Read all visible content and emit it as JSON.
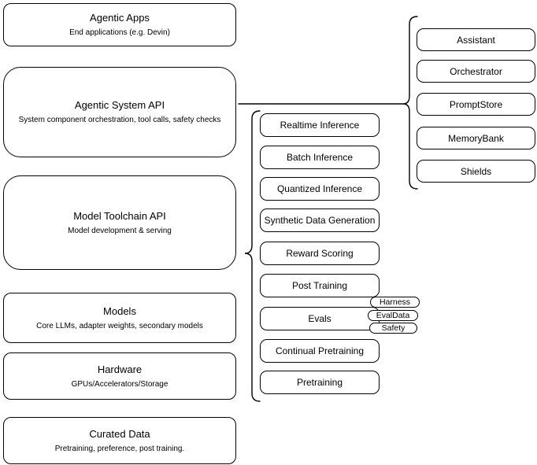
{
  "diagram": {
    "colors": {
      "stroke": "#000000",
      "fill": "#ffffff",
      "text": "#000000",
      "background": "#ffffff"
    },
    "stack": [
      {
        "title": "Agentic Apps",
        "subtitle": "End applications (e.g. Devin)"
      },
      {
        "title": "Agentic System API",
        "subtitle": "System component orchestration, tool calls, safety checks"
      },
      {
        "title": "Model Toolchain API",
        "subtitle": "Model development & serving"
      },
      {
        "title": "Models",
        "subtitle": "Core LLMs, adapter weights, secondary models"
      },
      {
        "title": "Hardware",
        "subtitle": "GPUs/Accelerators/Storage"
      },
      {
        "title": "Curated Data",
        "subtitle": "Pretraining, preference, post training."
      }
    ],
    "toolchain": [
      {
        "label": "Realtime Inference"
      },
      {
        "label": "Batch Inference"
      },
      {
        "label": "Quantized Inference"
      },
      {
        "label": "Synthetic Data Generation"
      },
      {
        "label": "Reward Scoring"
      },
      {
        "label": "Post Training"
      },
      {
        "label": "Evals"
      },
      {
        "label": "Continual Pretraining"
      },
      {
        "label": "Pretraining"
      }
    ],
    "eval_tags": [
      {
        "label": "Harness"
      },
      {
        "label": "EvalData"
      },
      {
        "label": "Safety"
      }
    ],
    "system_components": [
      {
        "label": "Assistant"
      },
      {
        "label": "Orchestrator"
      },
      {
        "label": "PromptStore"
      },
      {
        "label": "MemoryBank"
      },
      {
        "label": "Shields"
      }
    ]
  }
}
